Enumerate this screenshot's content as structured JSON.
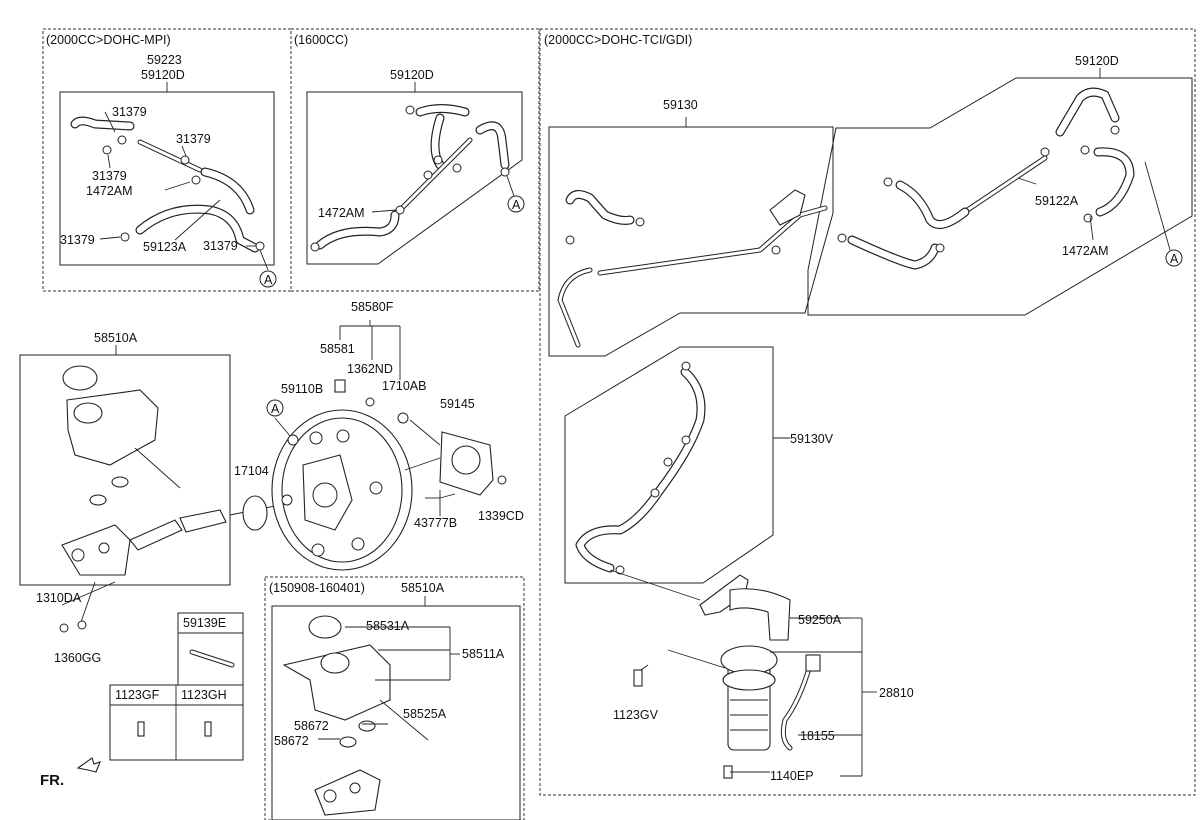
{
  "sections": {
    "mpi": "(2000CC>DOHC-MPI)",
    "cc1600": "(1600CC)",
    "tci": "(2000CC>DOHC-TCI/GDI)",
    "date_range": "(150908-160401)"
  },
  "labels": {
    "p59223": "59223",
    "p59120d_a": "59120D",
    "p59120d_b": "59120D",
    "p59120d_c": "59120D",
    "p31379_a": "31379",
    "p31379_b": "31379",
    "p31379_c": "31379",
    "p31379_d": "31379",
    "p31379_e": "31379",
    "p1472am_a": "1472AM",
    "p1472am_b": "1472AM",
    "p1472am_c": "1472AM",
    "p59123a": "59123A",
    "p59130": "59130",
    "p59122a": "59122A",
    "p59130v": "59130V",
    "p58510a_a": "58510A",
    "p58510a_b": "58510A",
    "p58580f": "58580F",
    "p58581": "58581",
    "p1362nd": "1362ND",
    "p1710ab": "1710AB",
    "p59110b": "59110B",
    "p59145": "59145",
    "p17104": "17104",
    "p43777b": "43777B",
    "p1339cd": "1339CD",
    "p1310da": "1310DA",
    "p1360gg": "1360GG",
    "p59139e": "59139E",
    "p1123gf": "1123GF",
    "p1123gh": "1123GH",
    "p58531a": "58531A",
    "p58511a": "58511A",
    "p58672_a": "58672",
    "p58672_b": "58672",
    "p58525a": "58525A",
    "p59250a": "59250A",
    "p28810": "28810",
    "p1123gv": "1123GV",
    "p18155": "18155",
    "p1140ep": "1140EP",
    "ref_a": "A",
    "fr": "FR."
  }
}
